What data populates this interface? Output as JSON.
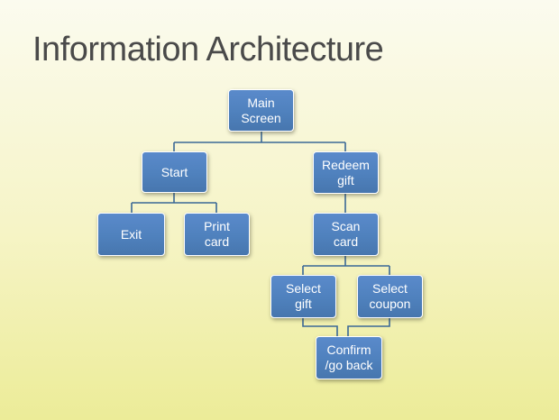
{
  "slide": {
    "title": "Information Architecture"
  },
  "nodes": {
    "main": "Main\nScreen",
    "start": "Start",
    "redeem": "Redeem\ngift",
    "exit": "Exit",
    "print": "Print\ncard",
    "scan": "Scan\ncard",
    "select_gift": "Select\ngift",
    "select_coupon": "Select\ncoupon",
    "confirm": "Confirm\n/go back"
  },
  "colors": {
    "node_fill": "#4f81bd",
    "node_border": "#ffffff",
    "connector": "#3a6896",
    "title_text": "#4a4a4a"
  }
}
